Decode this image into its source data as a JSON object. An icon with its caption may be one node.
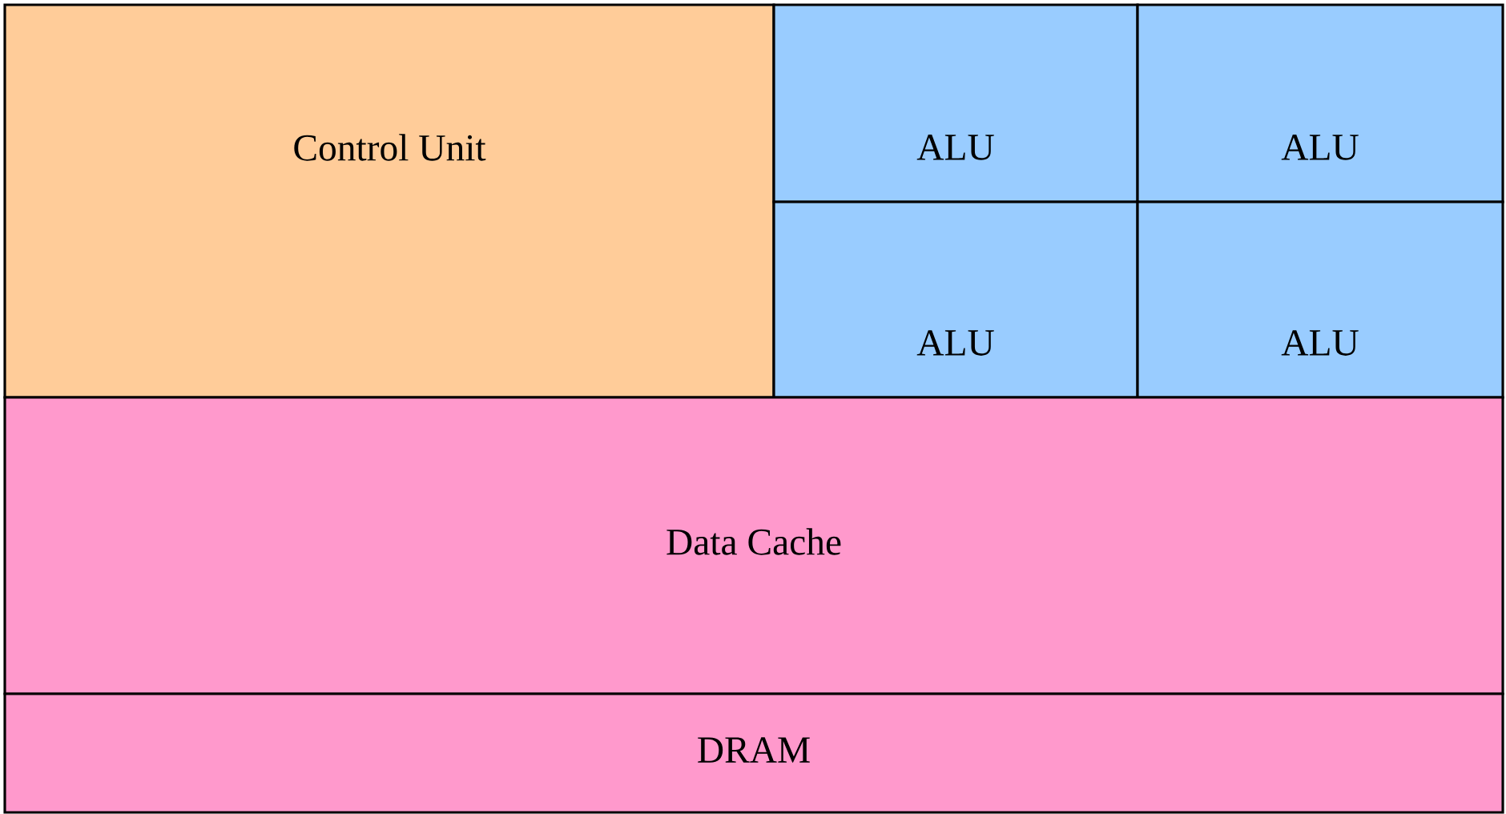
{
  "diagram": {
    "nodes": [
      {
        "text": [
          "Control Unit"
        ]
      },
      {
        "text": [
          "ALU"
        ]
      },
      {
        "text": [
          "ALU"
        ]
      },
      {
        "text": [
          "ALU"
        ]
      },
      {
        "text": [
          "ALU"
        ]
      },
      {
        "text": [
          "Data Cache"
        ]
      },
      {
        "text": [
          "DRAM"
        ]
      }
    ]
  }
}
